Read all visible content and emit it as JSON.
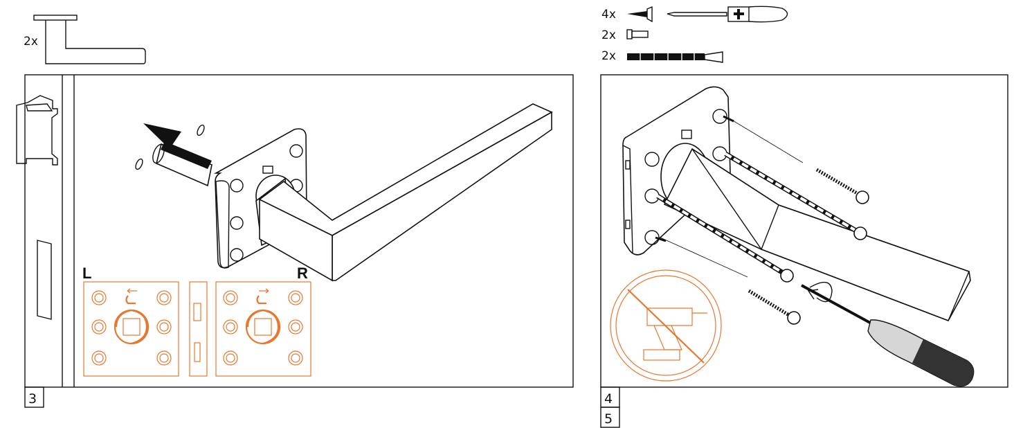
{
  "steps": {
    "left": {
      "step_number": "3",
      "handle_qty": "2x",
      "side_left": "L",
      "side_right": "R"
    },
    "right": {
      "step_number_a": "4",
      "step_number_b": "5",
      "screw_qty": "4x",
      "sleeve_qty": "2x",
      "bolt_qty": "2x"
    }
  },
  "icons": [
    "lever-handle-icon",
    "screw-icon",
    "screwdriver-icon",
    "sleeve-icon",
    "bolt-icon",
    "no-drill-icon",
    "spring-cassette-icon"
  ],
  "colors": {
    "line": "#111111",
    "accent": "#e8772e"
  }
}
